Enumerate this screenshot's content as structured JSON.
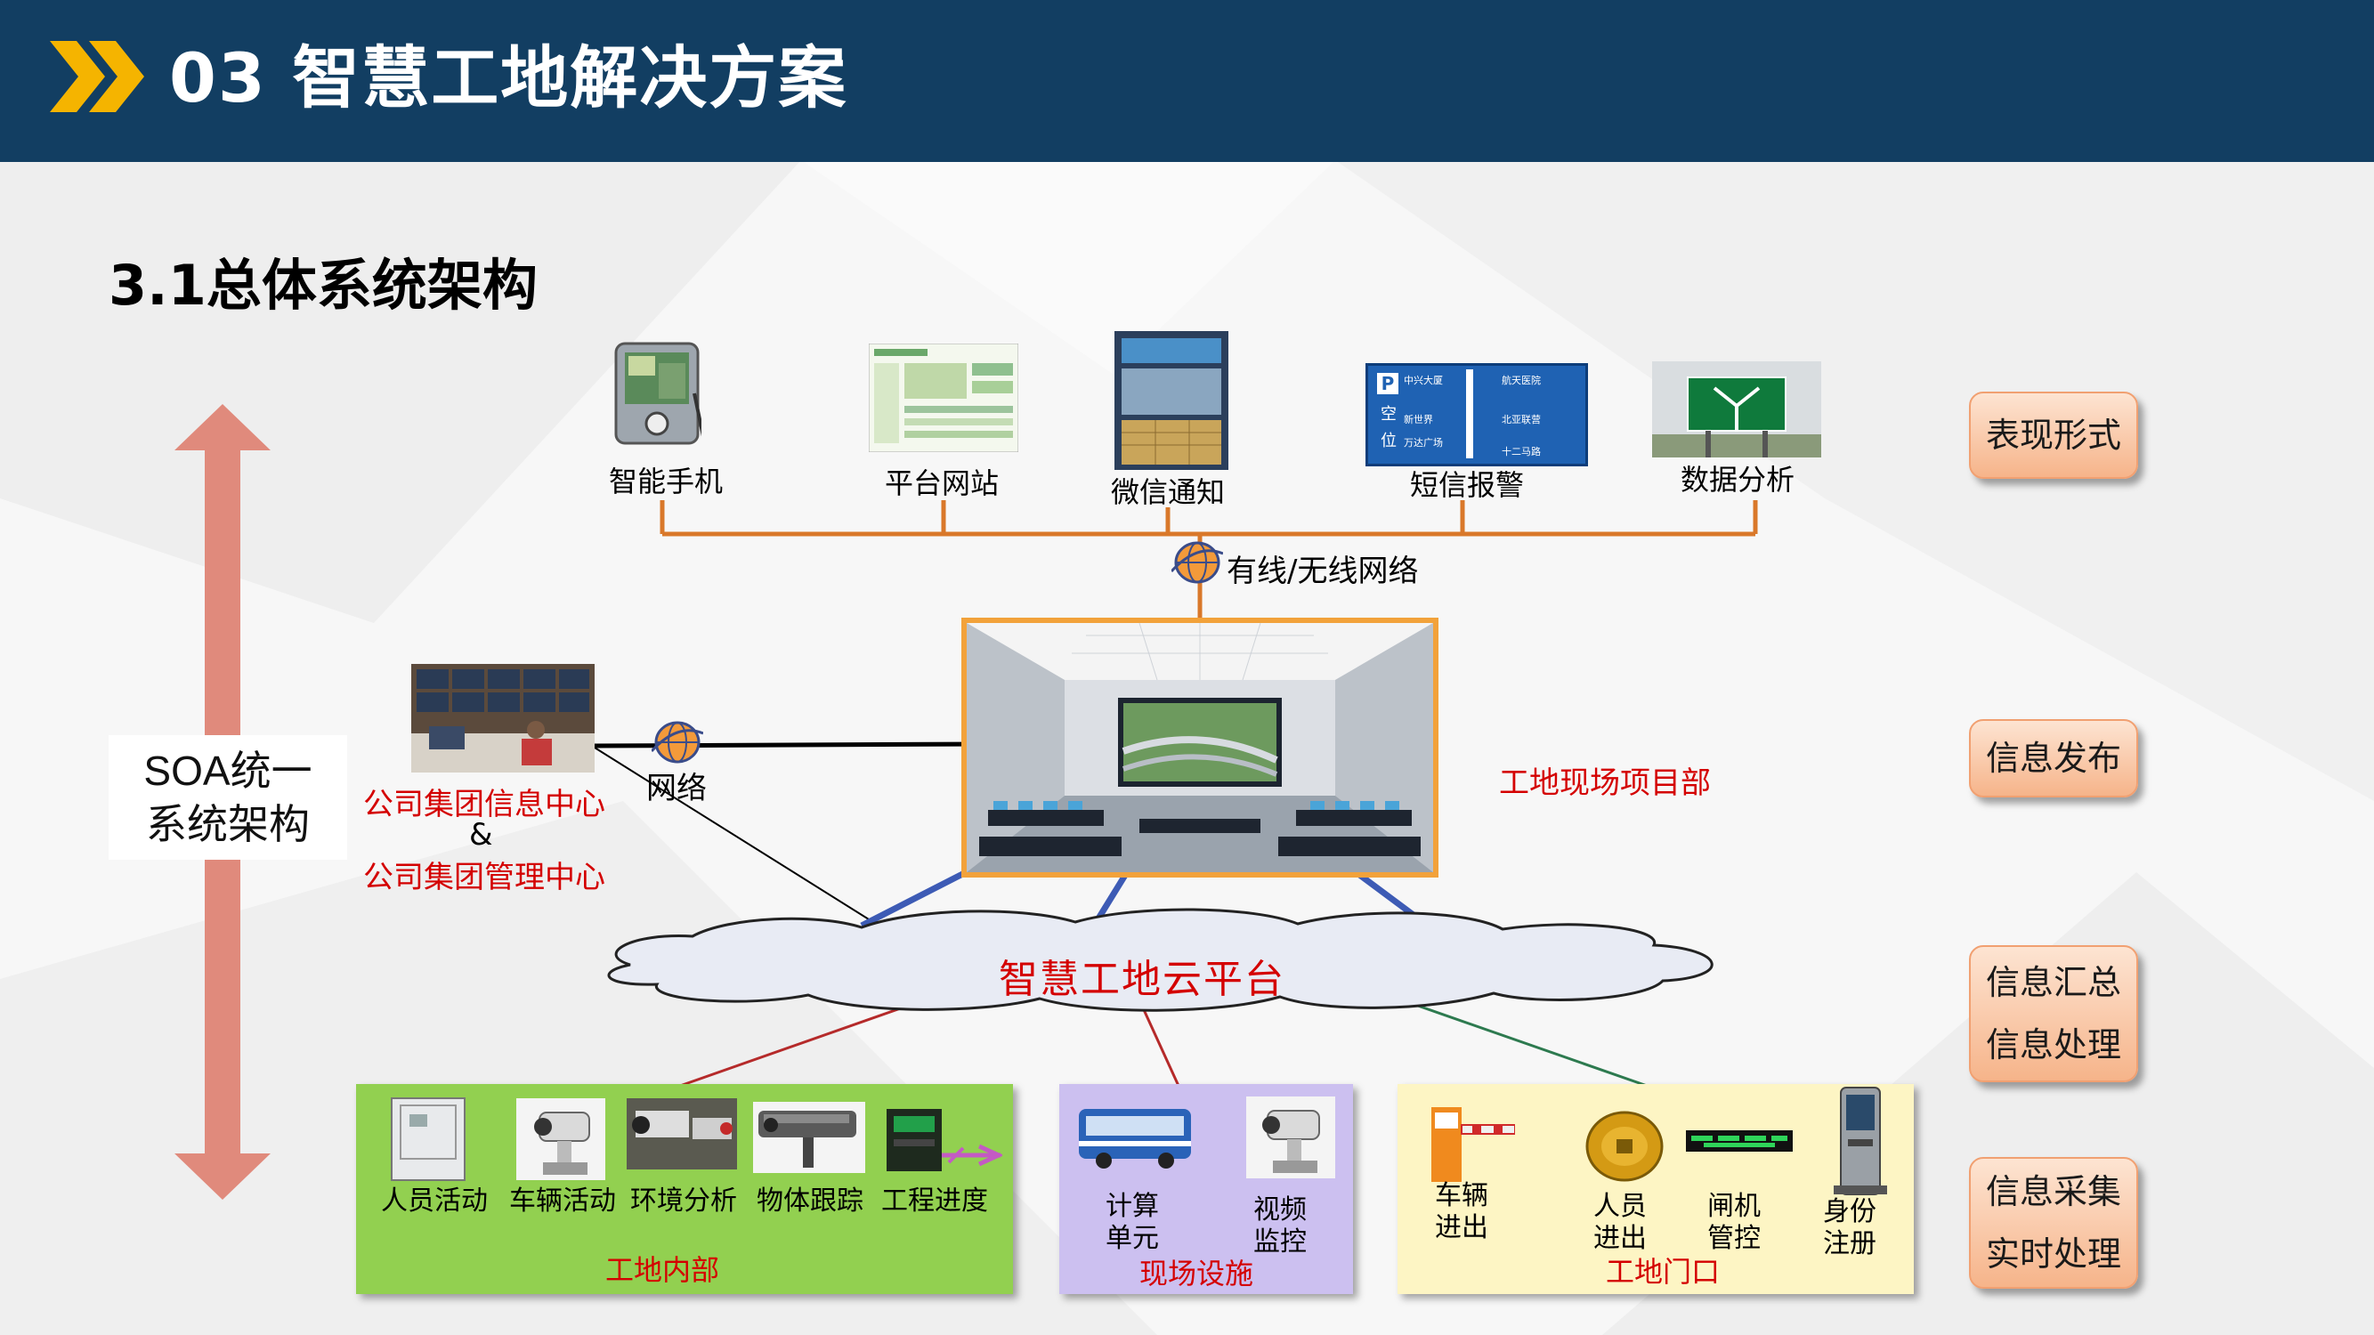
{
  "header": {
    "title": "03 智慧工地解决方案",
    "icon": "double-chevron-icon",
    "bg_color": "#123e62",
    "chevron_color": "#f5b400"
  },
  "section_title": "3.1总体系统架构",
  "presentation_devices": [
    {
      "label": "智能手机",
      "icon": "smartphone-icon"
    },
    {
      "label": "平台网站",
      "icon": "website-icon"
    },
    {
      "label": "微信通知",
      "icon": "wechat-screen-icon"
    },
    {
      "label": "短信报警",
      "icon": "parking-sign-icon"
    },
    {
      "label": "数据分析",
      "icon": "highway-sign-icon"
    }
  ],
  "parking_sign": {
    "title": "空位",
    "rows": [
      "中兴大厦",
      "航天医院",
      "新世界",
      "北亚联营",
      "万达广场",
      "十二马路"
    ]
  },
  "network_labels": {
    "wired_wireless": "有线/无线网络",
    "network": "网络"
  },
  "company_center": {
    "line1": "公司集团信息中心",
    "amp": "&",
    "line2": "公司集团管理中心"
  },
  "site_project_dept": "工地现场项目部",
  "soa": {
    "line1": "SOA统一",
    "line2": "系统架构"
  },
  "cloud_platform": "智慧工地云平台",
  "right_layers": [
    {
      "lines": [
        "表现形式"
      ]
    },
    {
      "lines": [
        "信息发布"
      ]
    },
    {
      "lines": [
        "信息汇总",
        "信息处理"
      ]
    },
    {
      "lines": [
        "信息采集",
        "实时处理"
      ]
    }
  ],
  "panels": {
    "inside": {
      "title": "工地内部",
      "color": "#92d050",
      "items": [
        {
          "label": "人员活动",
          "icon": "cabinet-icon"
        },
        {
          "label": "车辆活动",
          "icon": "ptz-camera-icon"
        },
        {
          "label": "环境分析",
          "icon": "security-camera-icon"
        },
        {
          "label": "物体跟踪",
          "icon": "bullet-camera-icon"
        },
        {
          "label": "工程进度",
          "icon": "meter-box-icon"
        }
      ]
    },
    "facilities": {
      "title": "现场设施",
      "color": "#ccc0f0",
      "items": [
        {
          "label": "计算",
          "label2": "单元",
          "icon": "bus-icon"
        },
        {
          "label": "视频",
          "label2": "监控",
          "icon": "dome-camera-icon"
        }
      ]
    },
    "gate": {
      "title": "工地门口",
      "color": "#fdf5c4",
      "items": [
        {
          "label": "车辆",
          "label2": "进出",
          "icon": "barrier-gate-icon"
        },
        {
          "label": "人员",
          "label2": "进出",
          "icon": "card-reader-icon"
        },
        {
          "label": "闸机",
          "label2": "管控",
          "icon": "led-display-icon"
        },
        {
          "label": "身份",
          "label2": "注册",
          "icon": "kiosk-icon"
        }
      ]
    }
  },
  "colors": {
    "bus_line": "#d9782a",
    "arrow": "#e08a7c",
    "title_red": "#d40000",
    "right_box": "#f6b48a"
  }
}
